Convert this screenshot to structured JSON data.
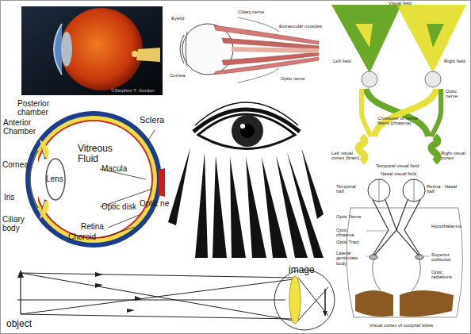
{
  "diagram": {
    "labels": [
      "©Stephen T. Gordon",
      "Eyelid",
      "Cornea",
      "Ciliary nerve",
      "Extraocular muscles",
      "Optic nerve",
      "Visual field",
      "Left field",
      "Right field",
      "Optic nerve",
      "Crossover of nerve fibers (chiasma)",
      "Left visual cortex (brain)",
      "Right visual cortex",
      "Posterior chamber",
      "Anterior Chamber",
      "Cornea",
      "Iris",
      "Ciliary body",
      "Lens",
      "Vitreous Fluid",
      "Sclera",
      "Macula",
      "Optic disk",
      "Retina",
      "Choroid",
      "Optic ne",
      "image",
      "object",
      "Temporal visual field",
      "Nasal visual field",
      "Retina - Nasal half",
      "Temporal half",
      "Optic Nerve",
      "Optic chiasma",
      "Optic Tract",
      "Lateral geniculate body",
      "Hypothalamus",
      "Superior colliculus",
      "Optic radiations",
      "Visual cortex of occipital lobes"
    ]
  }
}
